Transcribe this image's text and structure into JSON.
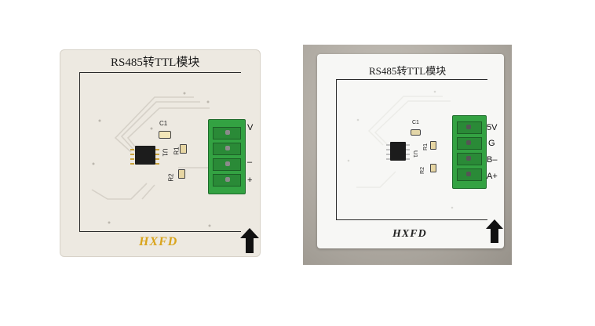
{
  "left_render": {
    "title": "RS485转TTL模块",
    "logo": "HXFD",
    "silkscreen": {
      "c1": "C1",
      "r1": "R1",
      "r2": "R2",
      "u1": "U1"
    },
    "terminal_labels": [
      "V",
      "",
      "–",
      "+"
    ],
    "colors": {
      "board": "#ede9e1",
      "terminal": "#33a242",
      "logo": "#d9a41c"
    },
    "icons": [
      "up-arrow-icon"
    ]
  },
  "right_photo": {
    "title": "RS485转TTL模块",
    "logo": "HXFD",
    "silkscreen": {
      "c1": "C1",
      "r1": "R1",
      "r2": "R2",
      "u1": "U1"
    },
    "terminal_labels": [
      "5V",
      "G",
      "B–",
      "A+"
    ],
    "colors": {
      "board": "#f7f7f5",
      "terminal": "#33a242",
      "logo": "#222222"
    },
    "icons": [
      "up-arrow-icon"
    ]
  }
}
